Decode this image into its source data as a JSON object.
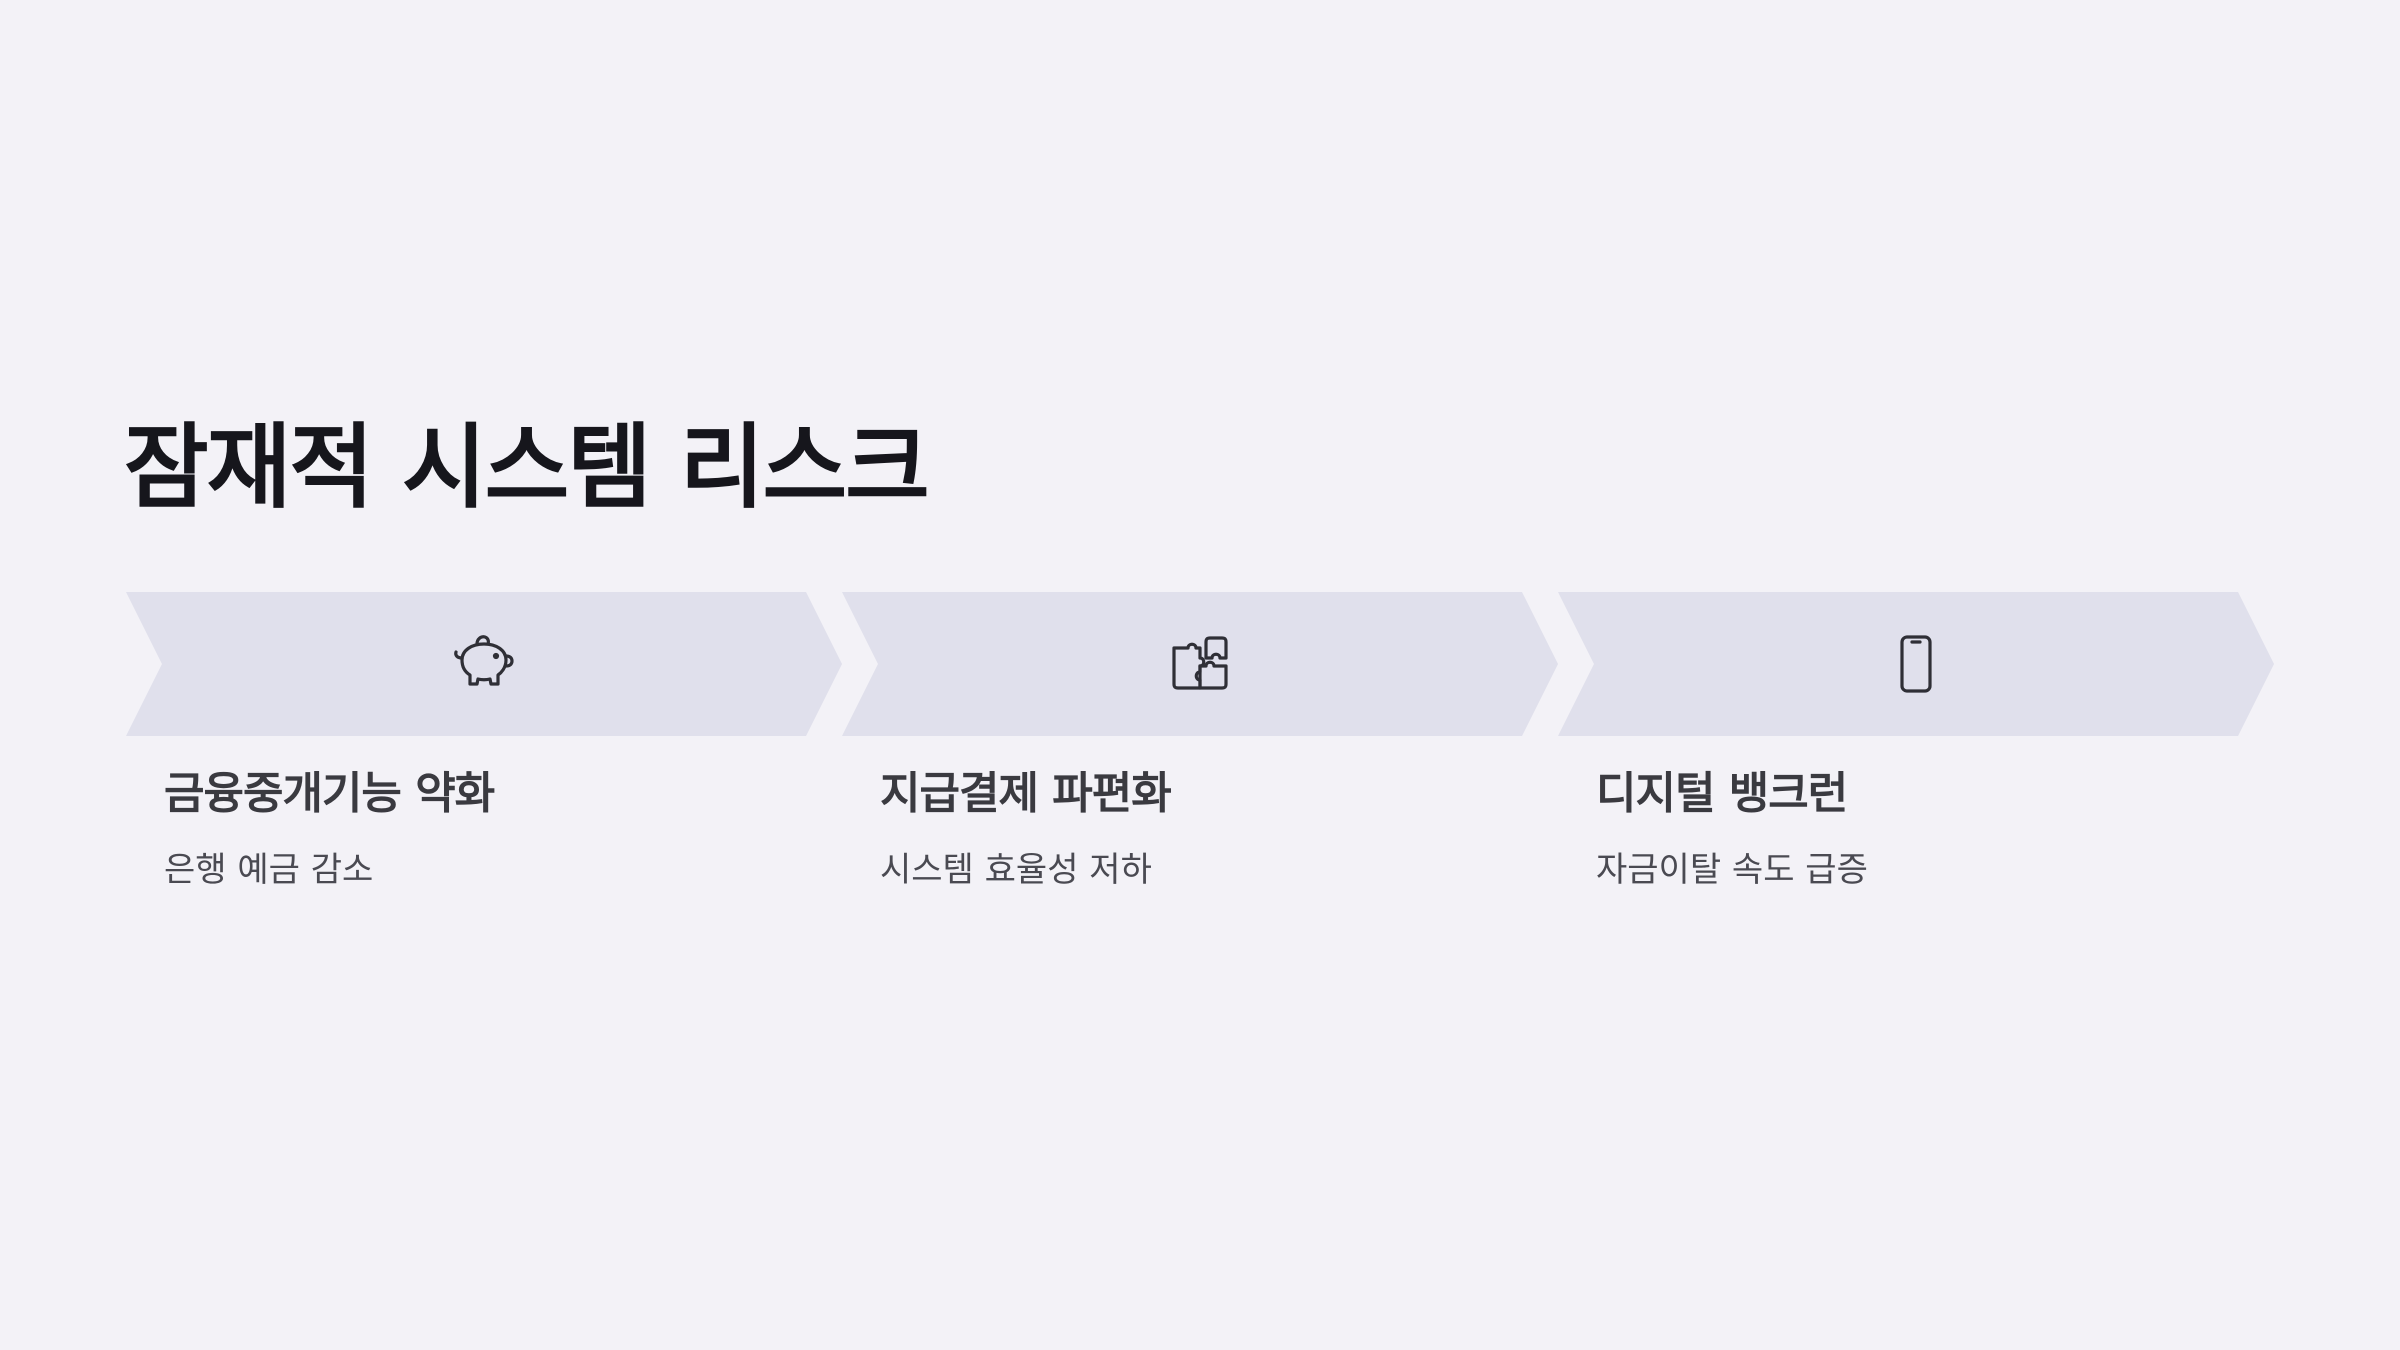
{
  "title": "잠재적 시스템 리스크",
  "colors": {
    "background": "#f3f2f7",
    "chevron_fill": "#e0e0ec",
    "icon_stroke": "#2f2f36"
  },
  "steps": [
    {
      "icon": "piggy-bank-icon",
      "title": "금융중개기능 약화",
      "description": "은행 예금 감소"
    },
    {
      "icon": "puzzle-icon",
      "title": "지급결제 파편화",
      "description": "시스템 효율성 저하"
    },
    {
      "icon": "smartphone-icon",
      "title": "디지털 뱅크런",
      "description": "자금이탈 속도 급증"
    }
  ]
}
